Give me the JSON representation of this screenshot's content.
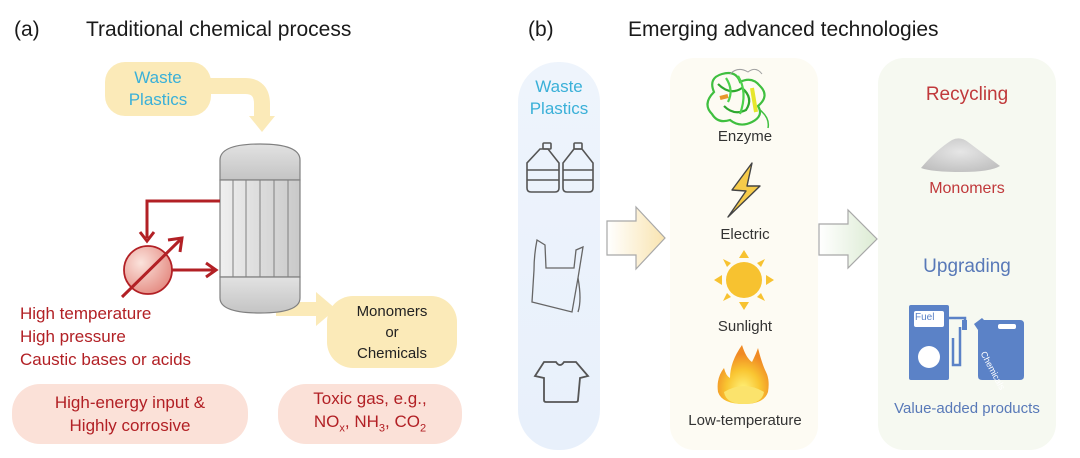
{
  "panel_a": {
    "label": "(a)",
    "title": "Traditional chemical process",
    "input_label_line1": "Waste",
    "input_label_line2": "Plastics",
    "conditions": [
      "High temperature",
      "High pressure",
      "Caustic bases or acids"
    ],
    "output_line1": "Monomers",
    "output_line2": "or",
    "output_line3": "Chemicals",
    "drawback_1_line1": "High-energy input &",
    "drawback_1_line2": "Highly corrosive",
    "drawback_2_line1": "Toxic gas, e.g.,",
    "drawback_2_no": "NO",
    "drawback_2_no_sub": "x",
    "drawback_2_nh": ", NH",
    "drawback_2_nh_sub": "3",
    "drawback_2_co": ", CO",
    "drawback_2_co_sub": "2"
  },
  "panel_b": {
    "label": "(b)",
    "title": "Emerging advanced technologies",
    "input_label_line1": "Waste",
    "input_label_line2": "Plastics",
    "input_icons": [
      "bottle-icon",
      "bottle-icon",
      "plastic-bag-icon",
      "t-shirt-icon"
    ],
    "technologies": [
      {
        "label": "Enzyme",
        "icon": "enzyme-icon"
      },
      {
        "label": "Electric",
        "icon": "lightning-icon"
      },
      {
        "label": "Sunlight",
        "icon": "sun-icon"
      },
      {
        "label": "Low-temperature",
        "icon": "flame-icon"
      }
    ],
    "recycling_title": "Recycling",
    "recycling_product": "Monomers",
    "upgrading_title": "Upgrading",
    "fuel_label": "Fuel",
    "chemicals_label": "Chemicals",
    "upgrading_product": "Value-added products"
  },
  "colors": {
    "waste_plastics_text": "#3ab0d8",
    "condition_red": "#b22025",
    "input_pill_yellow": "#fbeab8",
    "drawback_pill_pink": "#fbe1d8",
    "recycling_red": "#c0393b",
    "upgrading_blue": "#5879b8"
  }
}
